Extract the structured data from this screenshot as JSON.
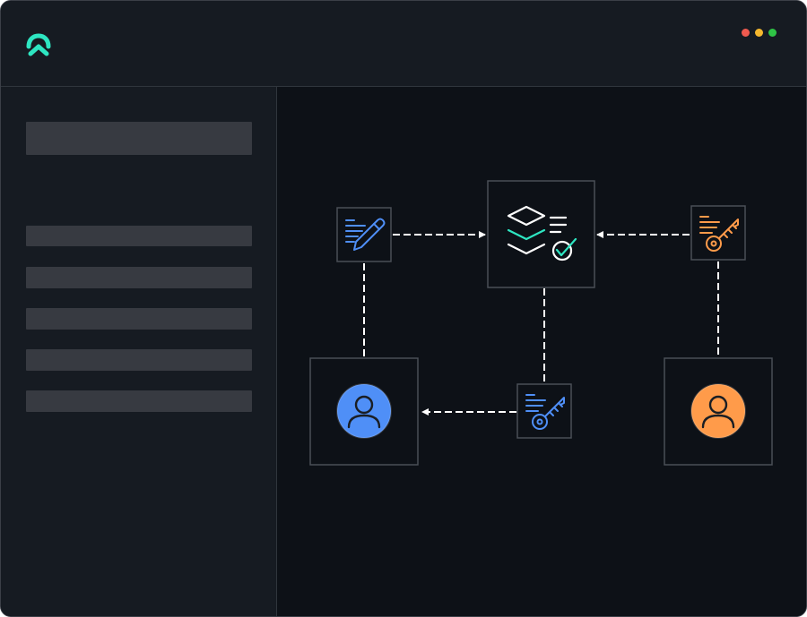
{
  "app": {
    "logo_icon": "brand-logo-icon",
    "accent": "#2ee6c2"
  },
  "window_controls": [
    {
      "name": "close",
      "color": "#ef5a4f"
    },
    {
      "name": "minimize",
      "color": "#f5b82e"
    },
    {
      "name": "maximize",
      "color": "#2fc446"
    }
  ],
  "sidebar": {
    "placeholder_count": 6
  },
  "diagram": {
    "nodes": [
      {
        "id": "sign-document",
        "icon": "document-sign-icon",
        "color": "#4f8ff7"
      },
      {
        "id": "ledger",
        "icon": "stack-verified-icon",
        "color": "#ffffff",
        "check_color": "#2ee6c2"
      },
      {
        "id": "orange-key",
        "icon": "document-key-icon",
        "color": "#ff9b4a"
      },
      {
        "id": "blue-key",
        "icon": "document-key-icon",
        "color": "#4f8ff7"
      },
      {
        "id": "blue-user",
        "icon": "user-avatar-icon",
        "color": "#4f8ff7"
      },
      {
        "id": "orange-user",
        "icon": "user-avatar-icon",
        "color": "#ff9b4a"
      }
    ],
    "edges": [
      {
        "from": "sign-document",
        "to": "ledger",
        "style": "dashed-arrow"
      },
      {
        "from": "orange-key",
        "to": "ledger",
        "style": "dashed-arrow"
      },
      {
        "from": "blue-key",
        "to": "blue-user",
        "style": "dashed-arrow"
      },
      {
        "from": "sign-document",
        "to": "blue-user",
        "style": "dashed"
      },
      {
        "from": "ledger",
        "to": "blue-key",
        "style": "dashed"
      },
      {
        "from": "orange-key",
        "to": "orange-user",
        "style": "dashed"
      }
    ]
  }
}
